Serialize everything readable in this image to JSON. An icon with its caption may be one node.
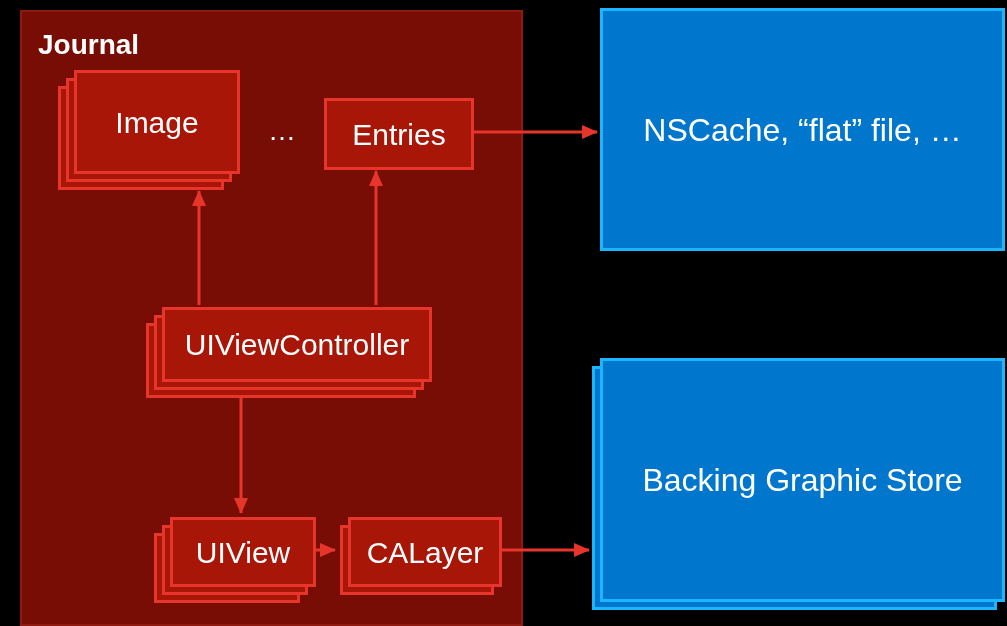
{
  "diagram": {
    "nodes": [
      {
        "text": [
          "Journal"
        ]
      },
      {
        "text": [
          "Image"
        ],
        "in": 0
      },
      {
        "text": [
          "Entries"
        ],
        "in": 0
      },
      {
        "text": [
          "UIViewController"
        ],
        "in": 0
      },
      {
        "text": [
          "UIView"
        ],
        "in": 0
      },
      {
        "text": [
          "CALayer"
        ],
        "in": 0
      },
      {
        "text": [
          "NSCache, “flat” file, …"
        ]
      },
      {
        "text": [
          "Backing Graphic Store"
        ]
      }
    ],
    "edges": [
      {
        "from": 3,
        "to": 1,
        "arrow": "to"
      },
      {
        "from": 3,
        "to": 2,
        "arrow": "to"
      },
      {
        "from": 2,
        "to": 6,
        "arrow": "to"
      },
      {
        "from": 3,
        "to": 4,
        "arrow": "to"
      },
      {
        "from": 4,
        "to": 5,
        "arrow": "to"
      },
      {
        "from": 5,
        "to": 7,
        "arrow": "to"
      }
    ],
    "labels": [
      "…"
    ]
  }
}
